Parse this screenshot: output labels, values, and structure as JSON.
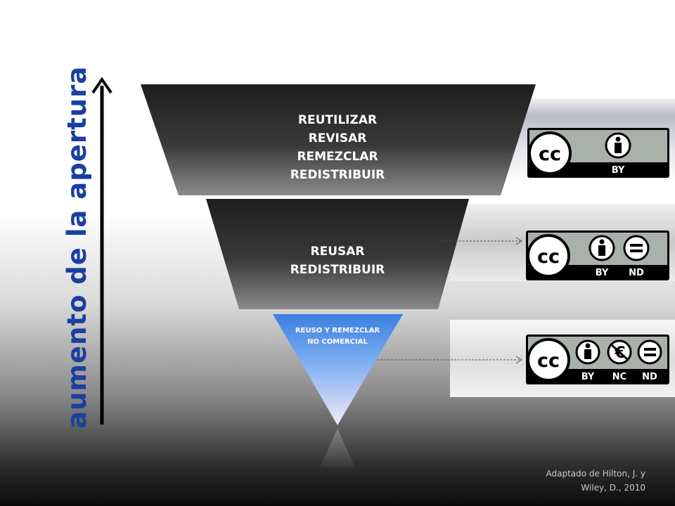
{
  "axis": {
    "label": "aumento de la apertura"
  },
  "tiers": [
    {
      "lines": [
        "REUTILIZAR",
        "REVISAR",
        "REMEZCLAR",
        "REDISTRIBUIR"
      ]
    },
    {
      "lines": [
        "REUSAR",
        "REDISTRIBUIR"
      ]
    },
    {
      "lines": [
        "REUSO Y REMEZCLAR",
        "NO COMERCIAL"
      ]
    }
  ],
  "badges": [
    {
      "cc": "cc",
      "terms": [
        "BY"
      ]
    },
    {
      "cc": "cc",
      "terms": [
        "BY",
        "ND"
      ]
    },
    {
      "cc": "cc",
      "terms": [
        "BY",
        "NC",
        "ND"
      ]
    }
  ],
  "credit": {
    "line1": "Adaptado de Hilton, J. y",
    "line2": "Wiley, D., 2010"
  },
  "colors": {
    "axis_text": "#1a3fa0",
    "tier_dark": "#2b2b2b",
    "tier_blue": "#4f8fe6"
  }
}
